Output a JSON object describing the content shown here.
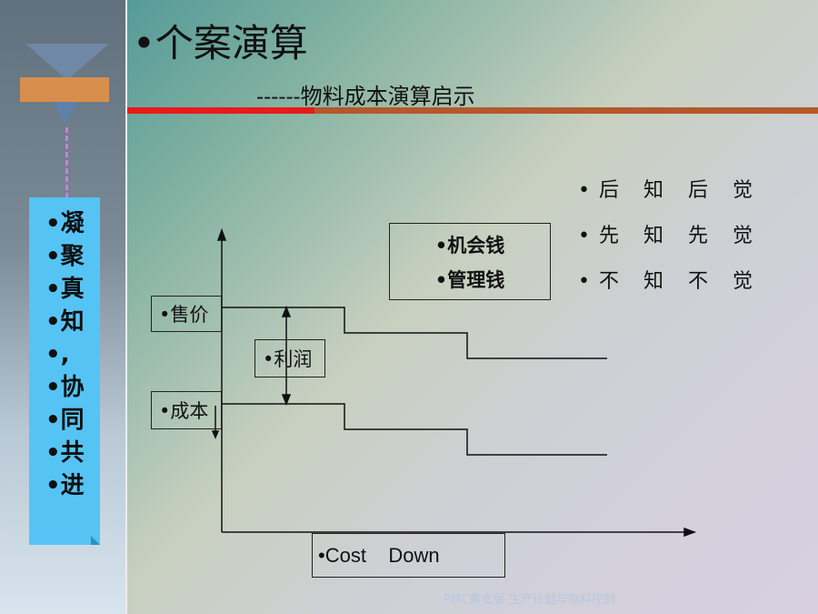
{
  "title": "•个案演算",
  "subtitle": "------物料成本演算启示",
  "sidebar": {
    "items": [
      "•凝",
      "•聚",
      "•真",
      "•知",
      "•,",
      "•协",
      "•同",
      "•共",
      "•进"
    ]
  },
  "money_box": {
    "items": [
      "•机会钱",
      "•管理钱"
    ]
  },
  "awareness": {
    "items": [
      "•后 知 后 觉",
      "•先 知 先 觉",
      "•不 知 不 觉"
    ]
  },
  "labels": {
    "price": "•售价",
    "profit": "•利润",
    "cost": "•成本",
    "cost_down": "•Cost    Down"
  },
  "footer": "PMC黄金版-生产计划与物料控制",
  "colors": {
    "red_bar": "#ea1a1a",
    "brown_bar": "#b5582a",
    "blue_panel": "#55c4f5",
    "funnel_band": "#d78e4c"
  }
}
